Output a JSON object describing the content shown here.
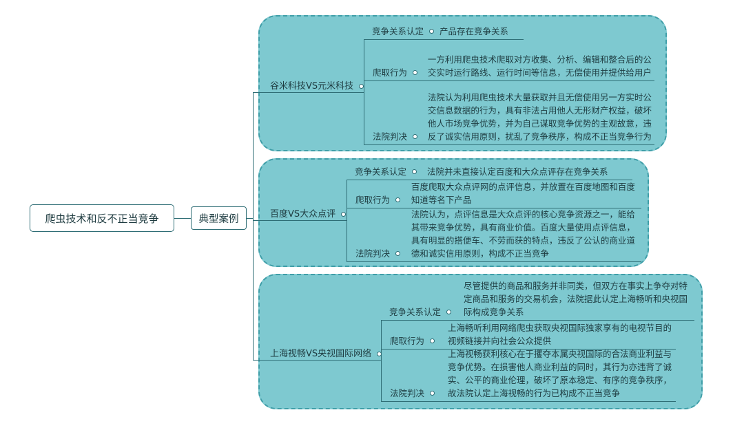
{
  "root": "爬虫技术和反不正当竞争",
  "category": "典型案例",
  "cases": [
    {
      "title": "谷米科技VS元米科技",
      "items": [
        {
          "label": "竞争关系认定",
          "text": "产品存在竞争关系"
        },
        {
          "label": "爬取行为",
          "text": "一方利用爬虫技术爬取对方收集、分析、编辑和整合后的公交实时运行路线、运行时间等信息，无偿使用并提供给用户"
        },
        {
          "label": "法院判决",
          "text": "法院认为利用爬虫技术大量获取并且无偿使用另一方实时公交信息数据的行为，具有非法占用他人无形财产权益，破坏他人市场竞争优势，并为自己谋取竞争优势的主观故意，违反了诚实信用原则，扰乱了竞争秩序，构成不正当竞争行为"
        }
      ]
    },
    {
      "title": "百度VS大众点评",
      "items": [
        {
          "label": "竞争关系认定",
          "text": "法院并未直接认定百度和大众点评存在竞争关系"
        },
        {
          "label": "爬取行为",
          "text": "百度爬取大众点评网的点评信息，并放置在百度地图和百度知道等名下产品"
        },
        {
          "label": "法院判决",
          "text": "法院认为，点评信息是大众点评的核心竞争资源之一，能给其带来竞争优势，具有商业价值。百度大量使用点评信息，具有明显的搭便车、不劳而获的特点，违反了公认的商业道德和诚实信用原则，构成不正当竞争"
        }
      ]
    },
    {
      "title": "上海视畅VS央视国际网络",
      "items": [
        {
          "label": "竞争关系认定",
          "text": "尽管提供的商品和服务并非同类，但双方在事实上争夺对特定商品和服务的交易机会，法院据此认定上海畅听和央视国际构成竞争关系"
        },
        {
          "label": "爬取行为",
          "text": "上海畅听利用网络爬虫获取央视国际独家享有的电视节目的视频链接并向社会公众提供"
        },
        {
          "label": "法院判决",
          "text": "上海视畅获利核心在于攫夺本属央视国际的合法商业利益与竞争优势。在损害他人商业利益的同时，其行为亦违背了诚实、公平的商业伦理，破坏了原本稳定、有序的竞争秩序，故法院认定上海视畅的行为已构成不正当竞争"
        }
      ]
    }
  ]
}
